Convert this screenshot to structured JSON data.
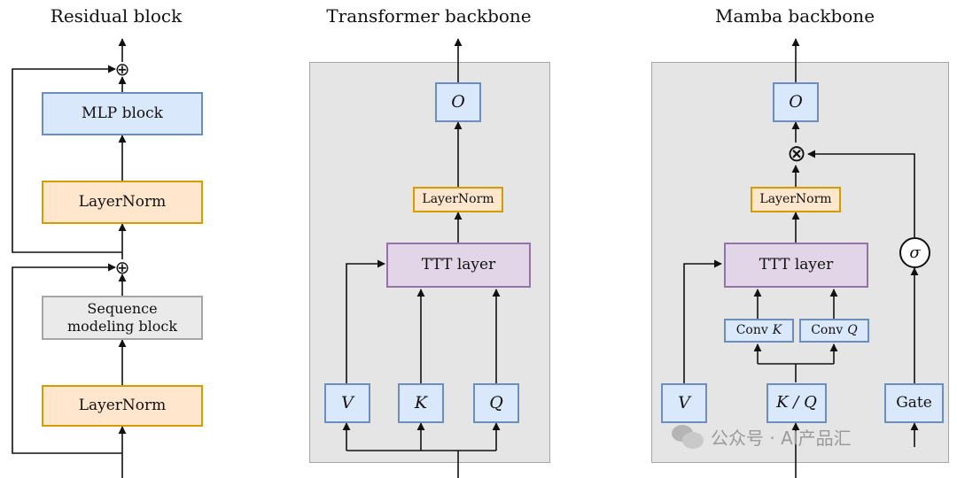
{
  "titles": {
    "residual": "Residual block",
    "transformer": "Transformer backbone",
    "mamba": "Mamba backbone"
  },
  "residual": {
    "mlp": "MLP block",
    "layernorm_top": "LayerNorm",
    "sequence_line1": "Sequence",
    "sequence_line2": "modeling block",
    "layernorm_bottom": "LayerNorm",
    "add_symbol": "⊕"
  },
  "transformer": {
    "output": "O",
    "layernorm": "LayerNorm",
    "ttt": "TTT layer",
    "v": "V",
    "k": "K",
    "q": "Q"
  },
  "mamba": {
    "output": "O",
    "multiply_symbol": "⊗",
    "layernorm": "LayerNorm",
    "ttt": "TTT layer",
    "sigma": "σ",
    "conv_k_prefix": "Conv",
    "conv_k_var": "K",
    "conv_q_prefix": "Conv",
    "conv_q_var": "Q",
    "v": "V",
    "kq": "K / Q",
    "gate": "Gate"
  },
  "watermark": {
    "icon": "wechat-icon",
    "text": "公众号 · AI产品汇"
  },
  "colors": {
    "blue_fill": "#dae8fc",
    "blue_stroke": "#6c8ebf",
    "orange_fill": "#ffe6cc",
    "orange_stroke": "#d79b00",
    "gray_fill": "#eaeaea",
    "gray_stroke": "#a6a6a6",
    "purple_fill": "#e1d5e7",
    "purple_stroke": "#9673a6",
    "panel_fill": "#e5e5e5"
  }
}
